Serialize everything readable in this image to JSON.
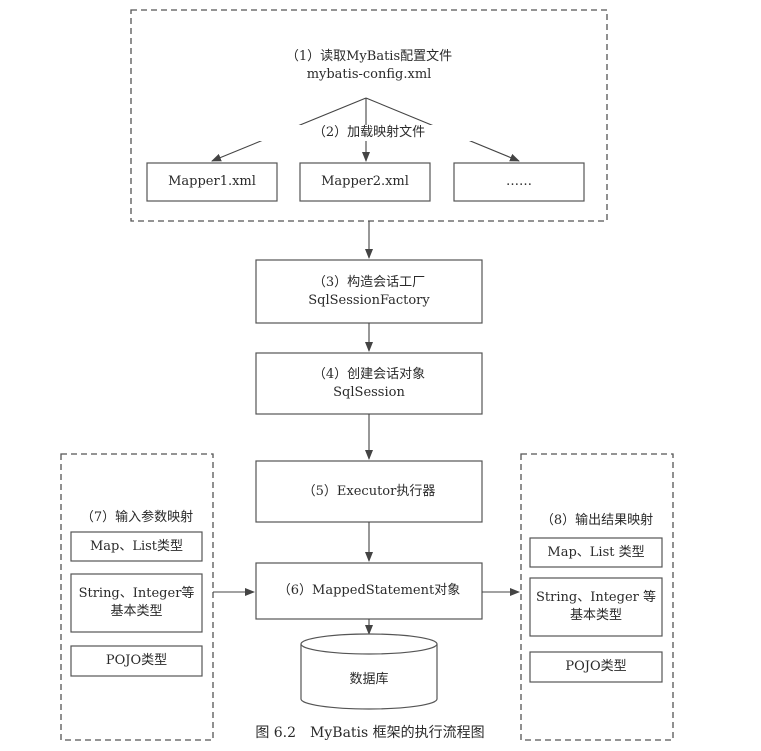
{
  "config_group": {
    "step1_label": "（1）读取MyBatis配置文件",
    "step1_file": "mybatis-config.xml",
    "step2_label": "（2）加载映射文件",
    "mappers": [
      "Mapper1.xml",
      "Mapper2.xml",
      "……"
    ]
  },
  "flow": {
    "step3_label": "（3）构造会话工厂",
    "step3_class": "SqlSessionFactory",
    "step4_label": "（4）创建会话对象",
    "step4_class": "SqlSession",
    "step5_label": "（5）Executor执行器",
    "step6_label": "（6）MappedStatement对象",
    "database": "数据库"
  },
  "input_mapping": {
    "title": "（7）输入参数映射",
    "items": [
      "Map、List类型",
      "String、Integer等",
      "基本类型",
      "POJO类型"
    ]
  },
  "output_mapping": {
    "title": "（8）输出结果映射",
    "items": [
      "Map、List 类型",
      "String、Integer 等",
      "基本类型",
      "POJO类型"
    ]
  },
  "caption": "图 6.2　MyBatis 框架的执行流程图"
}
